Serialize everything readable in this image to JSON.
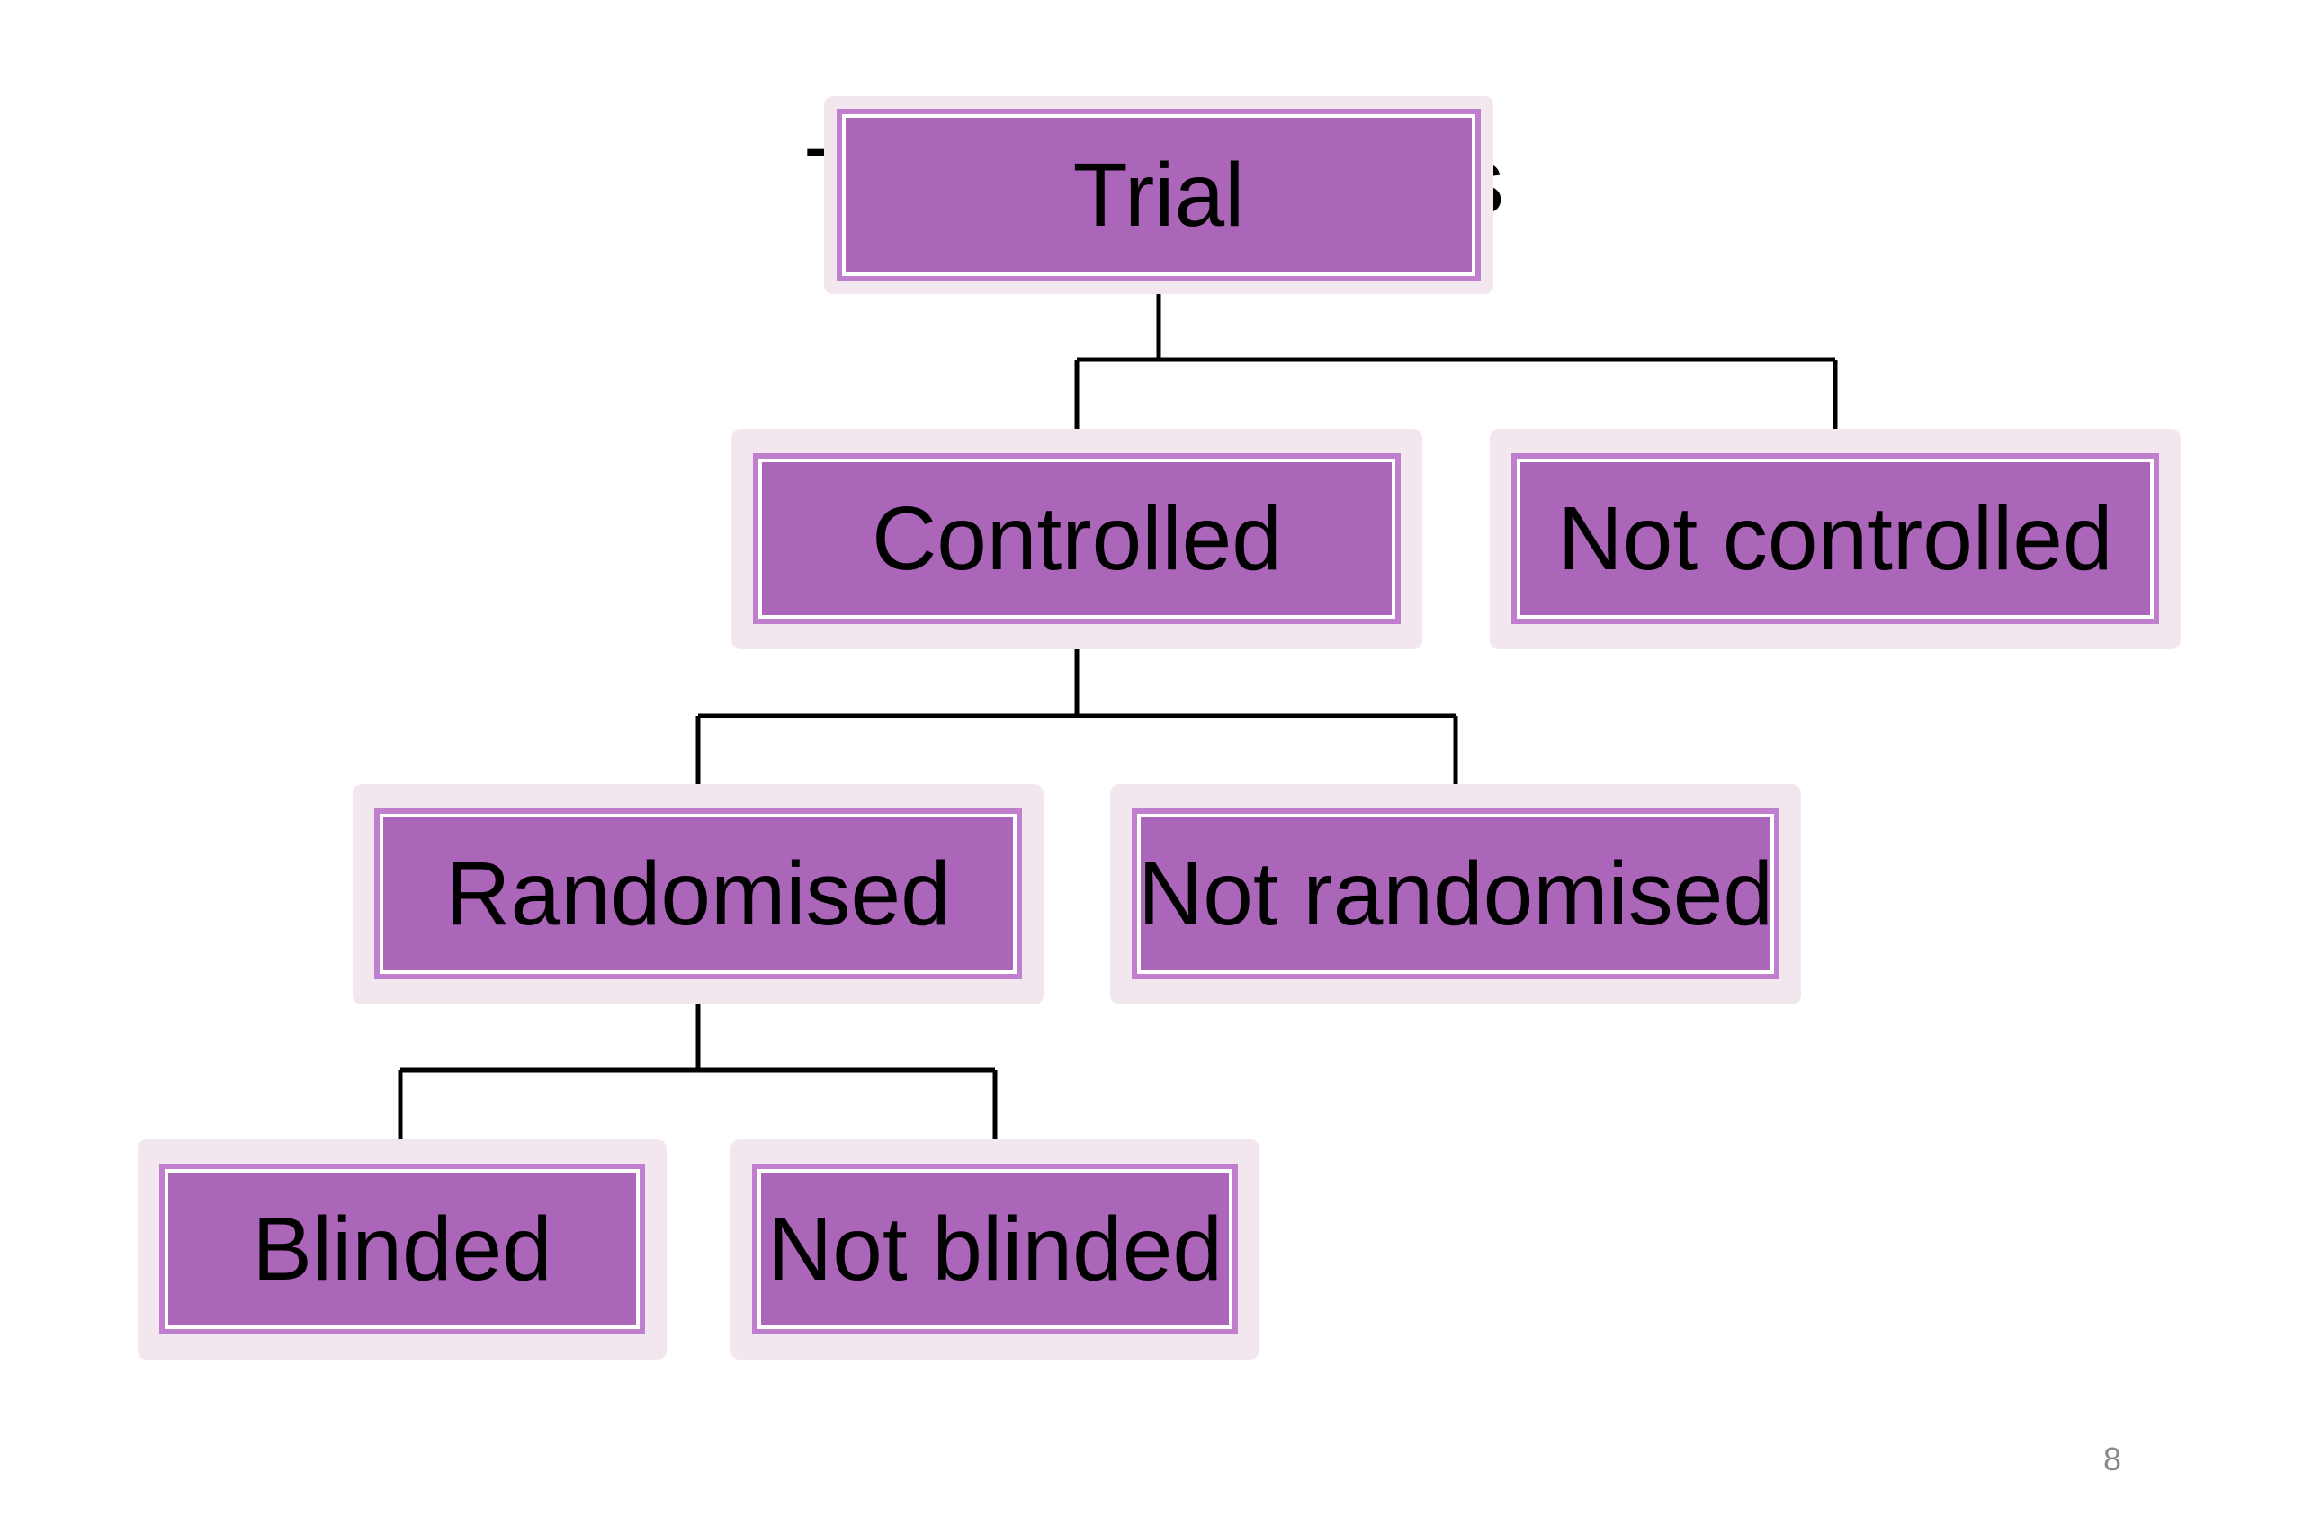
{
  "diagram": {
    "title_fragment_left": "T",
    "title_fragment_right": "s",
    "nodes": {
      "trial": "Trial",
      "controlled": "Controlled",
      "not_controlled": "Not controlled",
      "randomised": "Randomised",
      "not_randomised": "Not randomised",
      "blinded": "Blinded",
      "not_blinded": "Not blinded"
    },
    "edges": [
      [
        "Trial",
        "Controlled"
      ],
      [
        "Trial",
        "Not controlled"
      ],
      [
        "Controlled",
        "Randomised"
      ],
      [
        "Controlled",
        "Not randomised"
      ],
      [
        "Randomised",
        "Blinded"
      ],
      [
        "Randomised",
        "Not blinded"
      ]
    ]
  },
  "page_number": "8",
  "colors": {
    "node_fill": "#ab66b9",
    "node_border": "#bf7fcc",
    "node_halo": "#f3e7ef",
    "connector": "#000000"
  }
}
